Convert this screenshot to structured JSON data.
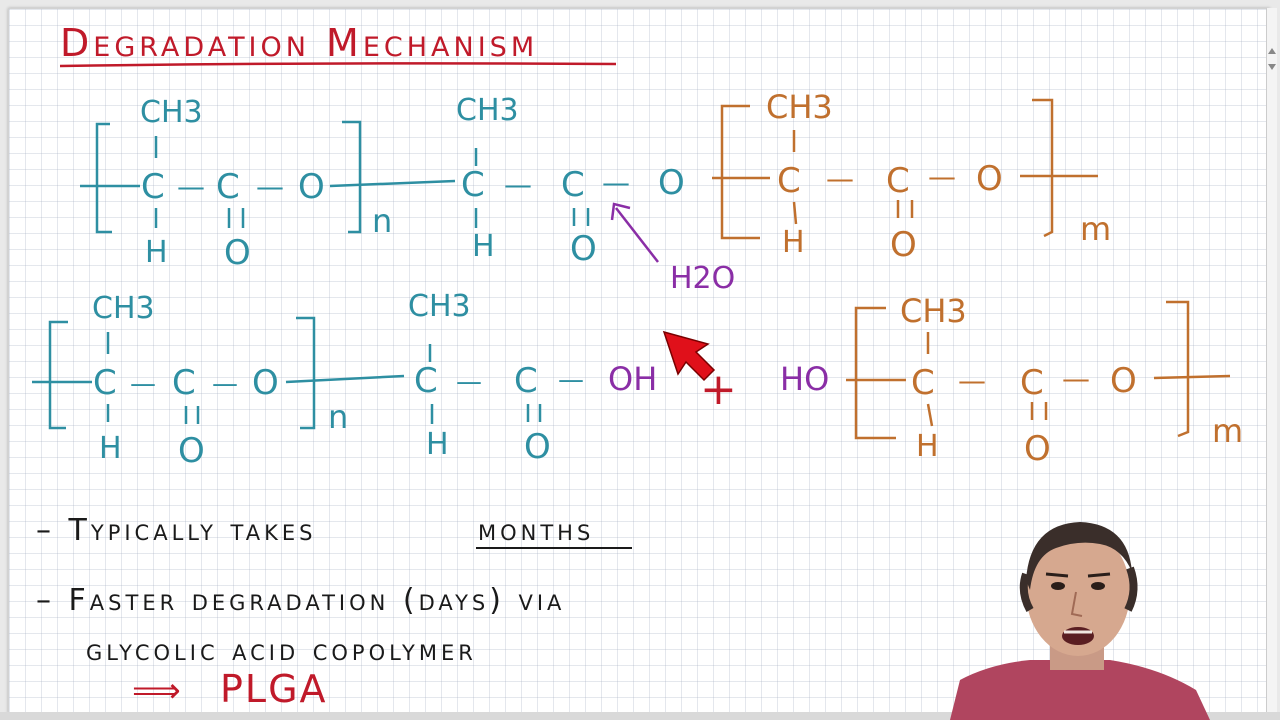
{
  "title": "Degradation Mechanism",
  "colors": {
    "blue": "#2e8fa2",
    "orange": "#c0702e",
    "purple": "#8a2ea6",
    "red": "#c01a2a",
    "ink": "#1a1a1a",
    "cursor": "#e0101a"
  },
  "top_chain": {
    "seg1": {
      "ch3": "CH3",
      "c1": "C",
      "dash1": "—",
      "c2": "C",
      "dash2": "—",
      "o": "O",
      "h": "H",
      "o_double": "O",
      "sub": "n"
    },
    "seg2": {
      "ch3": "CH3",
      "c1": "C",
      "dash1": "—",
      "c2": "C",
      "dash2": "—",
      "o": "O",
      "h": "H",
      "o_double": "O"
    },
    "seg3": {
      "ch3": "CH3",
      "c1": "C",
      "dash1": "—",
      "c2": "C",
      "dash2": "—",
      "o": "O",
      "h": "H",
      "o_double": "O",
      "sub": "m"
    },
    "water": "H2O"
  },
  "bottom_chain": {
    "seg1": {
      "ch3": "CH3",
      "c1": "C",
      "dash1": "—",
      "c2": "C",
      "dash2": "—",
      "o": "O",
      "h": "H",
      "o_double": "O",
      "sub": "n"
    },
    "seg2": {
      "ch3": "CH3",
      "c1": "C",
      "dash1": "—",
      "c2": "C",
      "dash2": "—",
      "oh": "OH",
      "h": "H",
      "o_double": "O"
    },
    "plus": "+",
    "ho": "HO",
    "seg3": {
      "ch3": "CH3",
      "c1": "C",
      "dash1": "—",
      "c2": "C",
      "dash2": "—",
      "o": "O",
      "h": "H",
      "o_double": "O",
      "sub": "m"
    }
  },
  "notes": {
    "line1_prefix": "– Typically takes",
    "line1_emph": "months",
    "line2": "– Faster degradation (days) via",
    "line3": "glycolic acid copolymer",
    "arrow": "⟹",
    "result": "PLGA"
  },
  "icons": {
    "cursor": "pointer-arrow-icon",
    "presenter": "presenter-video-icon"
  }
}
